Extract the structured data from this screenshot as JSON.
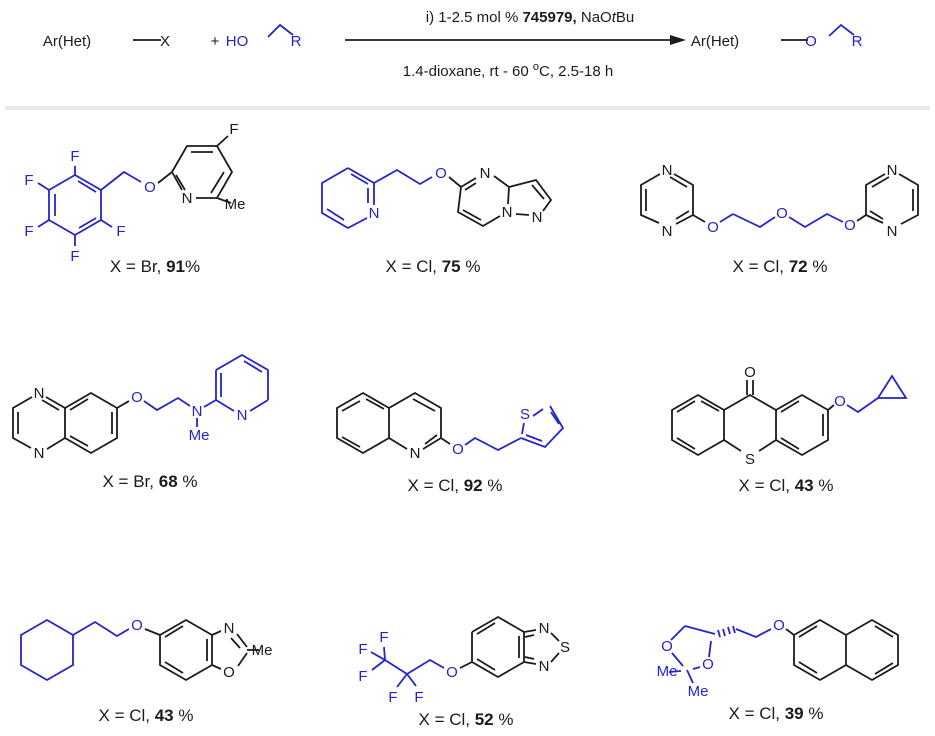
{
  "colors": {
    "accent_blue": "#2424c8",
    "ink": "#1b1b1b",
    "divider": "#e9e9e9"
  },
  "scheme": {
    "aryl_halide": "Ar(Het)",
    "halide_x": "X",
    "plus": "+",
    "alcohol_ho": "HO",
    "alcohol_r": "R",
    "conditions_top": {
      "part1": "i) 1-2.5 mol % ",
      "catalyst_bold": "745979,",
      "part2": " NaO",
      "italic_t": "t",
      "part3": "Bu"
    },
    "conditions_bottom": {
      "part1": "1.4-dioxane, rt - 60 ",
      "degree_sup": "o",
      "part2": "C, 2.5-18 h"
    },
    "product_aryl": "Ar(Het)",
    "product_o": "O",
    "product_r": "R"
  },
  "compounds": [
    {
      "label_prefix": "X = Br, ",
      "yield": "91",
      "label_suffix": "%",
      "atoms": [
        "F",
        "F",
        "F",
        "F",
        "F",
        "O",
        "N",
        "F",
        "Me"
      ]
    },
    {
      "label_prefix": "X = Cl, ",
      "yield": "75",
      "label_suffix": " %",
      "atoms": [
        "N",
        "O",
        "N",
        "N",
        "N"
      ]
    },
    {
      "label_prefix": "X = Cl, ",
      "yield": "72",
      "label_suffix": " %",
      "atoms": [
        "N",
        "N",
        "O",
        "O",
        "O",
        "N",
        "N"
      ]
    },
    {
      "label_prefix": "X = Br, ",
      "yield": "68",
      "label_suffix": " %",
      "atoms": [
        "N",
        "N",
        "O",
        "N",
        "Me",
        "N"
      ]
    },
    {
      "label_prefix": "X = Cl, ",
      "yield": "92",
      "label_suffix": " %",
      "atoms": [
        "N",
        "O",
        "S"
      ]
    },
    {
      "label_prefix": "X = Cl, ",
      "yield": "43",
      "label_suffix": " %",
      "atoms": [
        "O",
        "S",
        "O"
      ]
    },
    {
      "label_prefix": "X = Cl, ",
      "yield": "43",
      "label_suffix": " %",
      "atoms": [
        "O",
        "N",
        "O",
        "Me"
      ]
    },
    {
      "label_prefix": "X = Cl, ",
      "yield": "52",
      "label_suffix": " %",
      "atoms": [
        "F",
        "F",
        "F",
        "F",
        "F",
        "O",
        "N",
        "S",
        "N"
      ]
    },
    {
      "label_prefix": "X = Cl, ",
      "yield": "39",
      "label_suffix": " %",
      "atoms": [
        "O",
        "O",
        "Me",
        "Me",
        "O"
      ]
    }
  ]
}
